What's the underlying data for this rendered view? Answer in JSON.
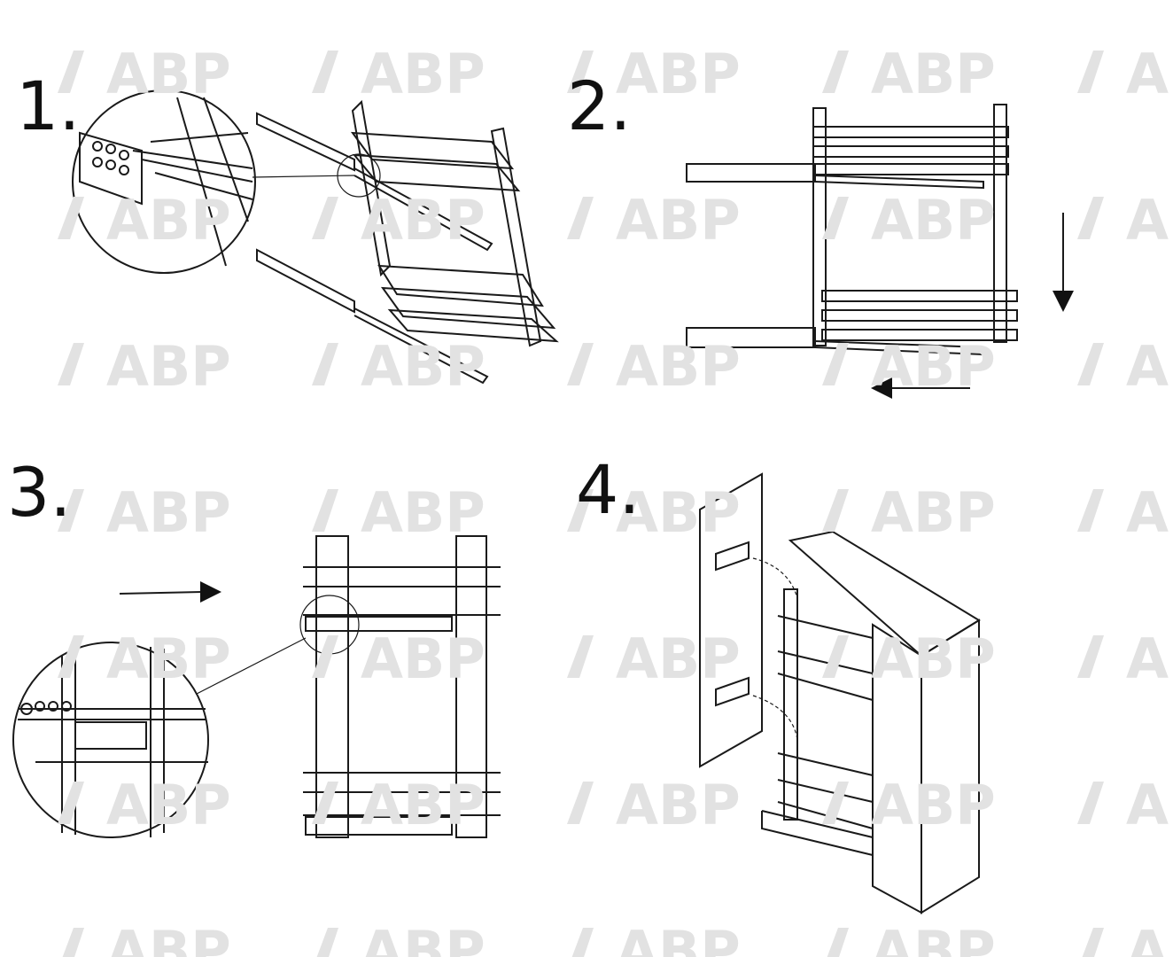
{
  "watermark": {
    "text": "ABP"
  },
  "steps": [
    {
      "label": "1."
    },
    {
      "label": "2."
    },
    {
      "label": "3."
    },
    {
      "label": "4."
    }
  ]
}
